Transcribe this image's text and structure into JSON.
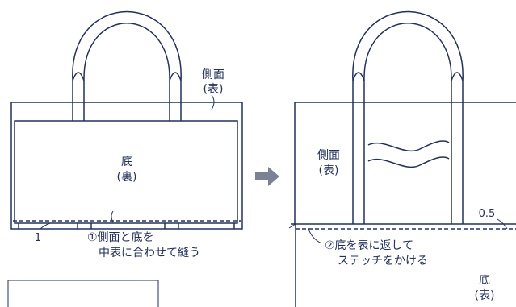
{
  "left": {
    "side_label_1": "側面",
    "side_label_2": "(表)",
    "bottom_label_1": "底",
    "bottom_label_2": "(裏)",
    "seam_number": "1",
    "step_line_1": "①側面と底を",
    "step_line_2": "中表に合わせて縫う"
  },
  "right": {
    "side_label_1": "側面",
    "side_label_2": "(表)",
    "seam_number": "0.5",
    "step_line_1": "②底を表に返して",
    "step_line_2": "ステッチをかける",
    "bottom_label_1": "底",
    "bottom_label_2": "(表)"
  },
  "colors": {
    "line": "#23305a",
    "arrow": "#7a8294"
  },
  "icons": {
    "arrow": "right-arrow-icon"
  }
}
